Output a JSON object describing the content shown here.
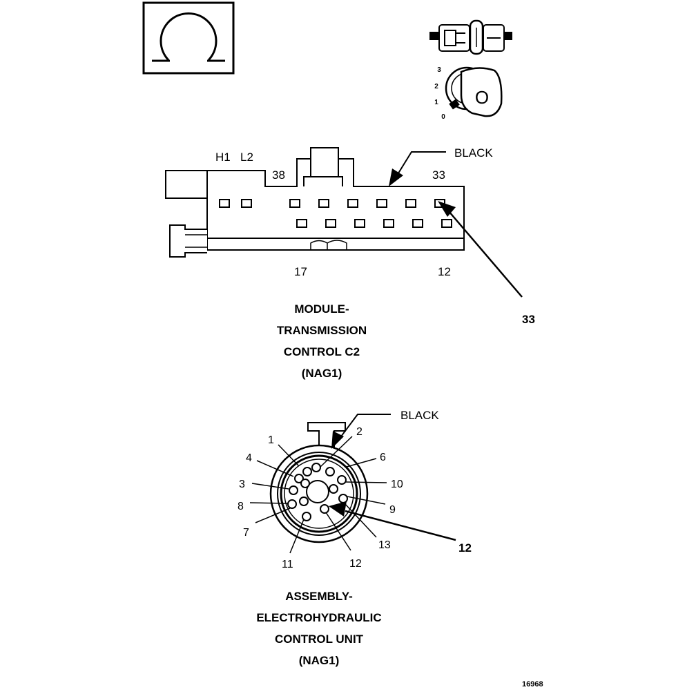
{
  "ohm_symbol": "Ω",
  "ignition": {
    "positions": [
      "3",
      "2",
      "1",
      "0"
    ],
    "key_label": "O"
  },
  "c2": {
    "top_labels": {
      "h1": "H1",
      "l2": "L2",
      "p38": "38",
      "p33": "33"
    },
    "black": "BLACK",
    "bottom_labels": {
      "p17": "17",
      "p12": "12"
    },
    "callout": "33",
    "title": [
      "MODULE-",
      "TRANSMISSION",
      "CONTROL C2",
      "(NAG1)"
    ]
  },
  "ehcu": {
    "black": "BLACK",
    "pins": [
      "1",
      "2",
      "3",
      "4",
      "6",
      "7",
      "8",
      "9",
      "10",
      "11",
      "12",
      "13"
    ],
    "callout": "12",
    "title": [
      "ASSEMBLY-",
      "ELECTROHYDRAULIC",
      "CONTROL UNIT",
      "(NAG1)"
    ]
  },
  "figure_id": "16968"
}
